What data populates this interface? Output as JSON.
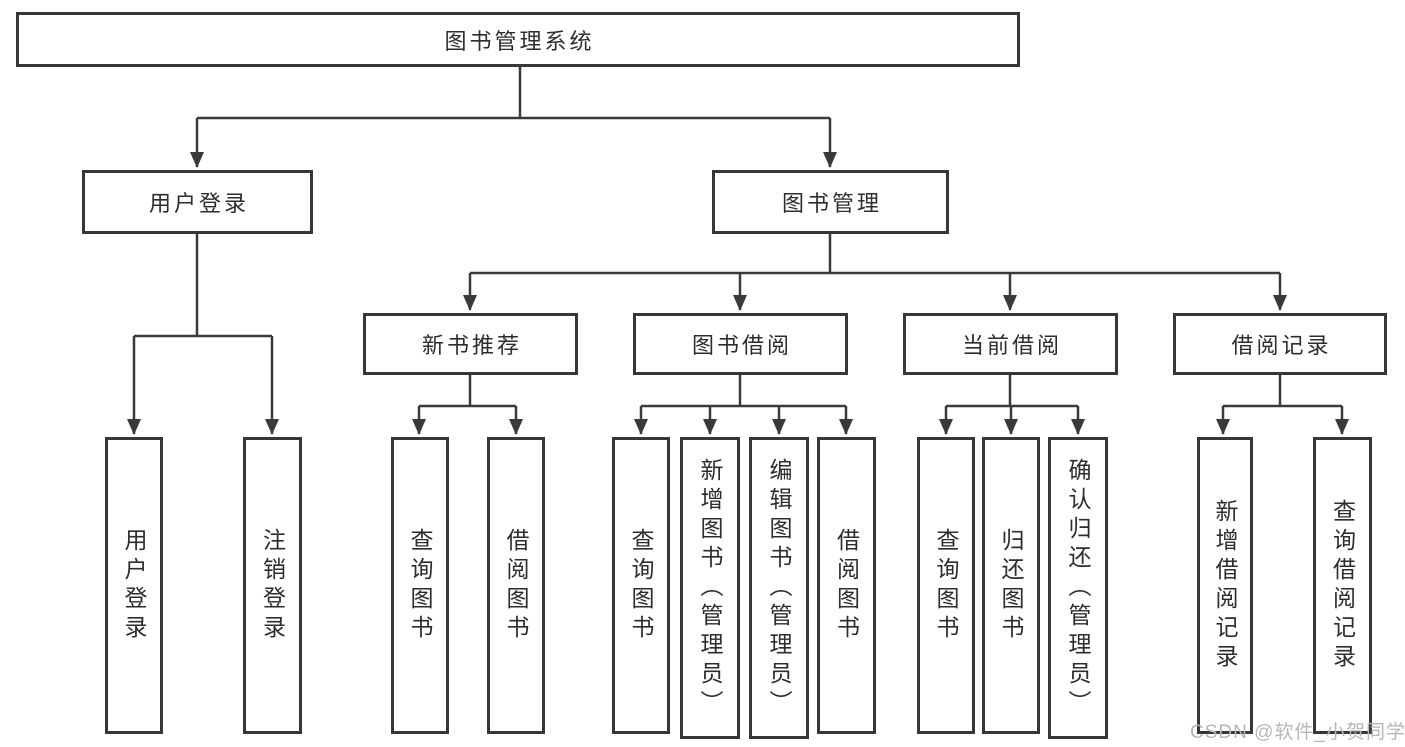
{
  "diagram": {
    "root": {
      "label": "图书管理系统"
    },
    "branches": [
      {
        "label": "用户登录",
        "children": [
          {
            "label": "用户登录"
          },
          {
            "label": "注销登录"
          }
        ]
      },
      {
        "label": "图书管理",
        "children": [
          {
            "label": "新书推荐",
            "children": [
              {
                "label": "查询图书"
              },
              {
                "label": "借阅图书"
              }
            ]
          },
          {
            "label": "图书借阅",
            "children": [
              {
                "label": "查询图书"
              },
              {
                "label": "新增图书（管理员）"
              },
              {
                "label": "编辑图书（管理员）"
              },
              {
                "label": "借阅图书"
              }
            ]
          },
          {
            "label": "当前借阅",
            "children": [
              {
                "label": "查询图书"
              },
              {
                "label": "归还图书"
              },
              {
                "label": "确认归还（管理员）"
              }
            ]
          },
          {
            "label": "借阅记录",
            "children": [
              {
                "label": "新增借阅记录"
              },
              {
                "label": "查询借阅记录"
              }
            ]
          }
        ]
      }
    ]
  },
  "watermark": {
    "text": "CSDN @软件_小贺同学"
  },
  "colors": {
    "line": "#3a3a3a",
    "box_border": "#373737",
    "text": "#2d2d2d",
    "watermark": "#b6b6b6",
    "background": "#ffffff"
  }
}
